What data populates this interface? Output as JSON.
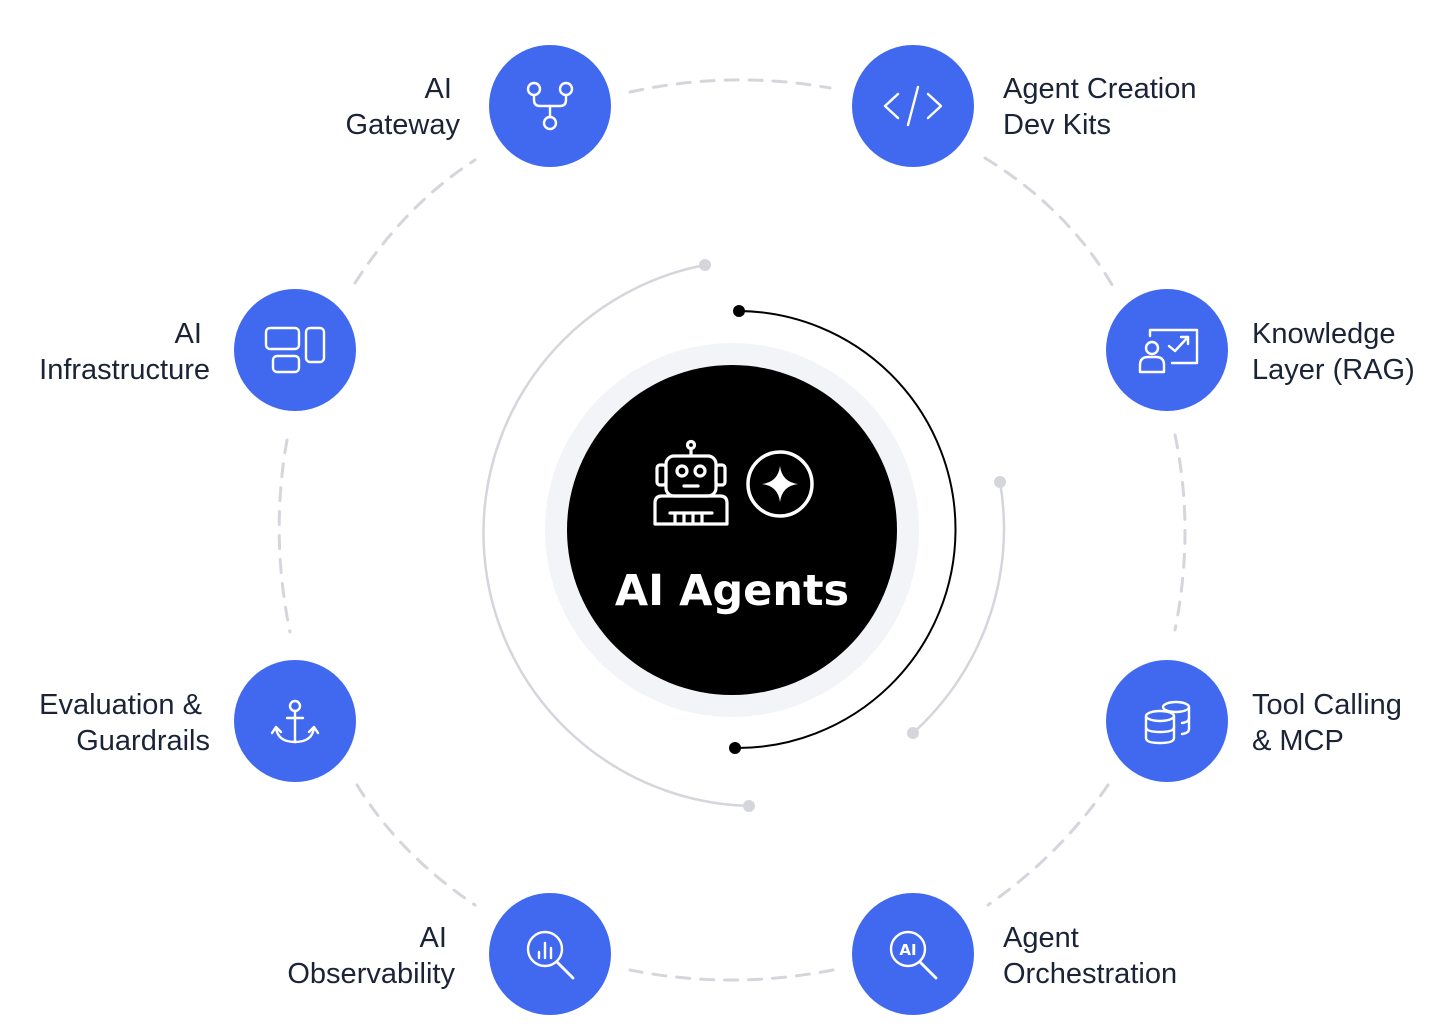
{
  "center": {
    "title": "AI Agents",
    "icons": [
      "robot-icon",
      "sparkle-icon"
    ]
  },
  "nodes": [
    {
      "id": "ai-gateway",
      "lines": [
        "AI",
        "Gateway"
      ],
      "icon": "branch-icon"
    },
    {
      "id": "agent-creation-dev-kits",
      "lines": [
        "Agent Creation",
        "Dev Kits"
      ],
      "icon": "code-icon"
    },
    {
      "id": "knowledge-layer",
      "lines": [
        "Knowledge",
        "Layer (RAG)"
      ],
      "icon": "presentation-icon"
    },
    {
      "id": "tool-calling-mcp",
      "lines": [
        "Tool Calling",
        "& MCP"
      ],
      "icon": "database-icon"
    },
    {
      "id": "agent-orchestration",
      "lines": [
        "Agent",
        "Orchestration"
      ],
      "icon": "ai-search-icon"
    },
    {
      "id": "ai-observability",
      "lines": [
        "AI",
        "Observability"
      ],
      "icon": "chart-search-icon"
    },
    {
      "id": "evaluation-guardrails",
      "lines": [
        "Evaluation &",
        "Guardrails"
      ],
      "icon": "anchor-icon"
    },
    {
      "id": "ai-infrastructure",
      "lines": [
        "AI",
        "Infrastructure"
      ],
      "icon": "layout-icon"
    }
  ],
  "colors": {
    "node_fill": "#4169f0",
    "center_fill": "#000000",
    "center_halo": "#f3f4f8",
    "ring_dash": "#d4d6db",
    "inner_arc": "#d4d6db",
    "inner_arc_dark": "#000000",
    "label_text": "#1b2336"
  }
}
